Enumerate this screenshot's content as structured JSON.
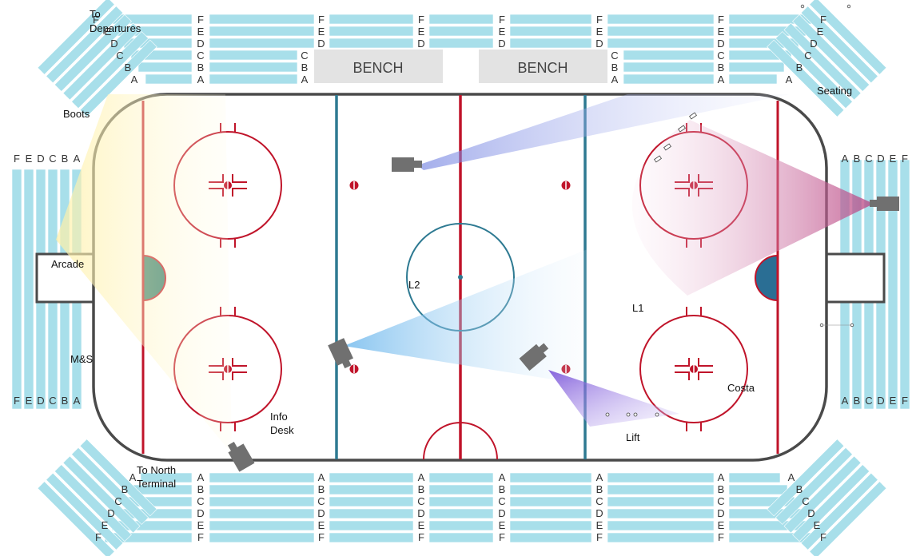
{
  "benches": [
    {
      "label": "BENCH"
    },
    {
      "label": "BENCH"
    }
  ],
  "row_labels": [
    "A",
    "B",
    "C",
    "D",
    "E",
    "F"
  ],
  "place_labels": {
    "to_departures_1": "To",
    "to_departures_2": "Departures",
    "boots": "Boots",
    "arcade": "Arcade",
    "ms": "M&S",
    "info_desk_1": "Info",
    "info_desk_2": "Desk",
    "to_north_terminal_1": "To North",
    "to_north_terminal_2": "Terminal",
    "seating": "Seating",
    "l1": "L1",
    "l2": "L2",
    "costa": "Costa",
    "lift": "Lift"
  },
  "colors": {
    "seat": "#a8dfea",
    "boards": "#4a4a4a",
    "red_line": "#c0142a",
    "blue_line": "#2e7a92",
    "crease": "#2f6f8c",
    "bench": "#e3e3e3",
    "camera": "#707070",
    "cone_yellow": "#fff4b0",
    "cone_blue_purple": "#7f8fe0",
    "cone_pink": "#c0508c",
    "cone_light_blue": "#6fb7ec",
    "cone_violet": "#7a52d8"
  },
  "icons": {
    "camera": "cctv-camera-icon",
    "faceoff_spot": "faceoff-dot-icon"
  }
}
